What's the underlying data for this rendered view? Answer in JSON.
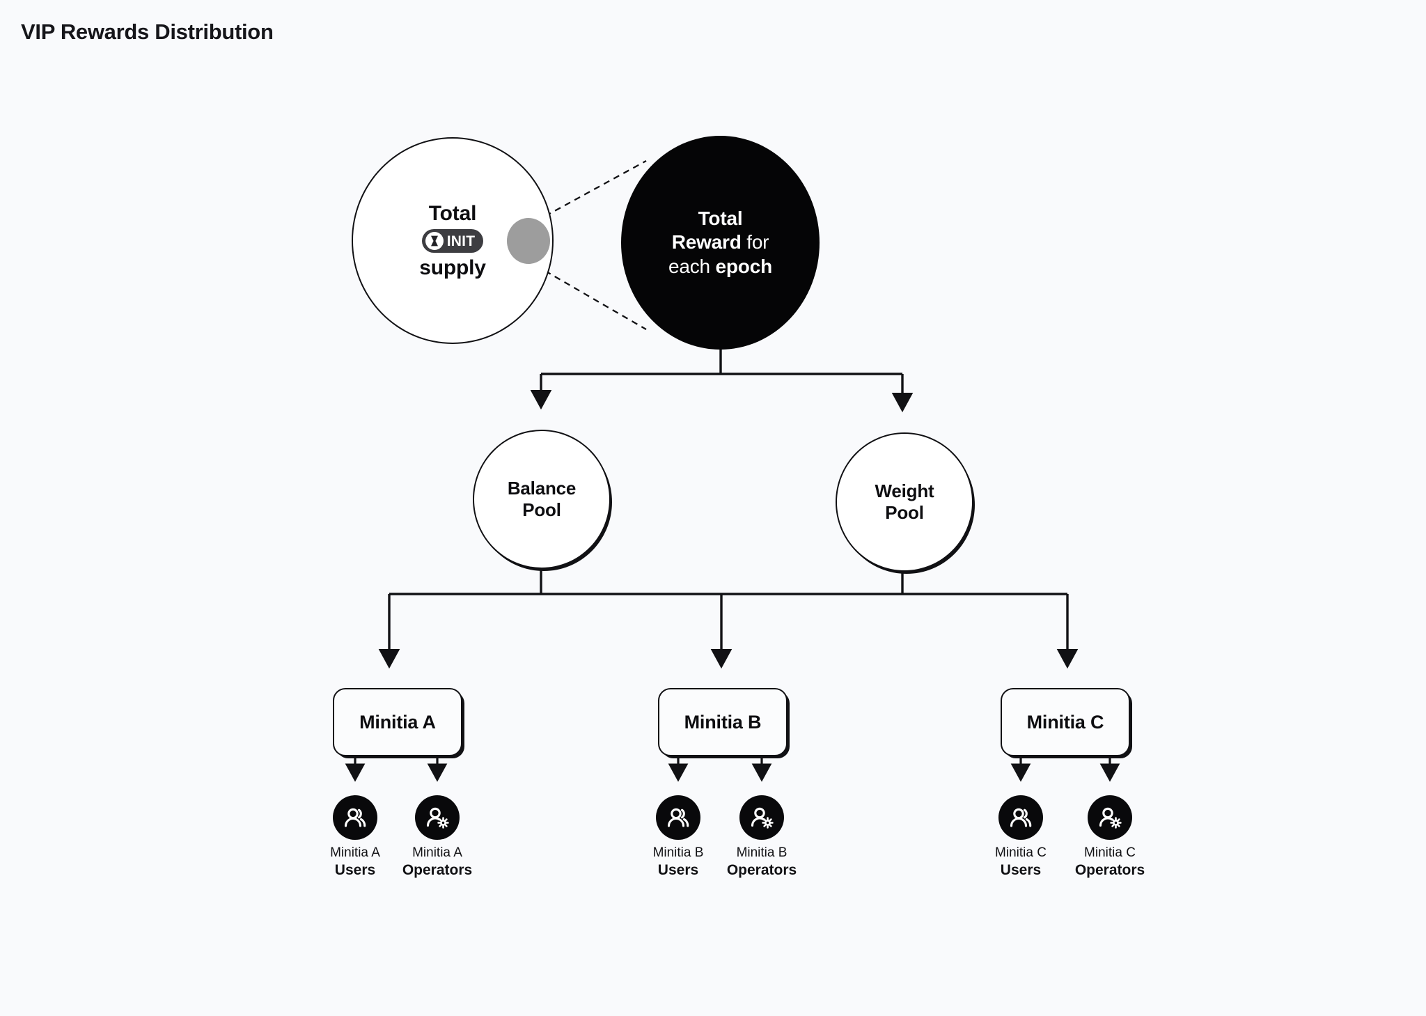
{
  "page": {
    "title": "VIP Rewards Distribution",
    "background_color": "#f9fafc",
    "ink_color": "#111114"
  },
  "supply_node": {
    "name": "total-supply",
    "line1": "Total",
    "token_badge": {
      "label": "INIT",
      "icon": "init-token-icon",
      "pill_color": "#3d3d41"
    },
    "line3": "supply",
    "highlight_dot_color": "#9d9d9d"
  },
  "reward_node": {
    "name": "total-reward-epoch",
    "fill_color": "#050506",
    "text_color": "#ffffff",
    "line1": "Total",
    "line2_bold": "Reward",
    "line2_light": "for",
    "line3_light": "each",
    "line3_bold": "epoch"
  },
  "pools": [
    {
      "id": "balance-pool",
      "line1": "Balance",
      "line2": "Pool"
    },
    {
      "id": "weight-pool",
      "line1": "Weight",
      "line2": "Pool"
    }
  ],
  "minitias": [
    {
      "id": "minitia-a",
      "label": "Minitia A",
      "users": {
        "line1": "Minitia A",
        "line2": "Users",
        "icon": "users-group-icon"
      },
      "operators": {
        "line1": "Minitia A",
        "line2": "Operators",
        "icon": "user-gear-icon"
      }
    },
    {
      "id": "minitia-b",
      "label": "Minitia B",
      "users": {
        "line1": "Minitia B",
        "line2": "Users",
        "icon": "users-group-icon"
      },
      "operators": {
        "line1": "Minitia B",
        "line2": "Operators",
        "icon": "user-gear-icon"
      }
    },
    {
      "id": "minitia-c",
      "label": "Minitia C",
      "users": {
        "line1": "Minitia C",
        "line2": "Users",
        "icon": "users-group-icon"
      },
      "operators": {
        "line1": "Minitia C",
        "line2": "Operators",
        "icon": "user-gear-icon"
      }
    }
  ],
  "connectors": {
    "magnifier_style": "dashed",
    "flow_style": "solid-orthogonal-with-arrowheads"
  }
}
